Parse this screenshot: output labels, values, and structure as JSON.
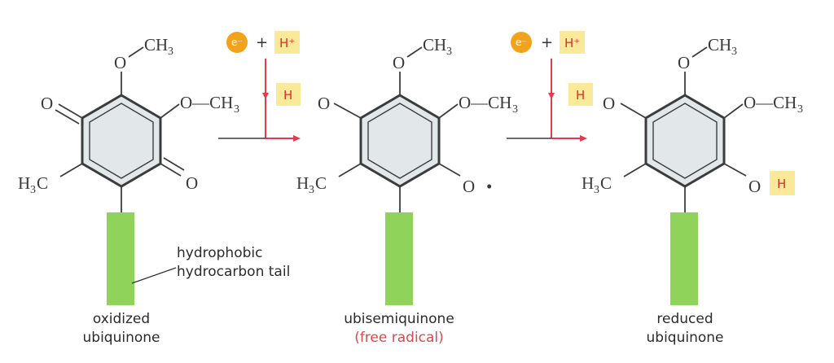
{
  "colors": {
    "ring_fill": "#e2e7e9",
    "bond": "#3c3c3c",
    "tail": "#8fd35a",
    "h_box": "#fbe99a",
    "h_box_text": "#d9302a",
    "electron": "#f2a21b",
    "red_arrow": "#e63a4a",
    "free_radical_text": "#e0464a"
  },
  "molecules": [
    {
      "id": "oxidized",
      "top_group": "O—CH₃",
      "right_group": "O—CH₃",
      "left_upper": "O",
      "left_lower": "H₃C",
      "right_lower": "O",
      "caption_line1": "oxidized",
      "caption_line2": "ubiquinone"
    },
    {
      "id": "semiquinone",
      "top_group": "O—CH₃",
      "right_group": "O—CH₃",
      "left_upper": "O",
      "left_lower": "H₃C",
      "right_lower": "O",
      "radical_dot": "•",
      "caption_line1": "ubisemiquinone",
      "caption_line2": "(free radical)"
    },
    {
      "id": "reduced",
      "top_group": "O—CH₃",
      "right_group": "O—CH₃",
      "left_upper": "O",
      "left_lower": "H₃C",
      "right_lower": "O",
      "caption_line1": "reduced",
      "caption_line2": "ubiquinone"
    }
  ],
  "tail_label": {
    "line1": "hydrophobic",
    "line2": "hydrocarbon tail"
  },
  "steps": [
    {
      "electron": "e⁻",
      "plus": "+",
      "proton": "H⁺",
      "hydrogen": "H"
    },
    {
      "electron": "e⁻",
      "plus": "+",
      "proton": "H⁺",
      "hydrogen": "H"
    }
  ],
  "added_hydrogen": "H"
}
